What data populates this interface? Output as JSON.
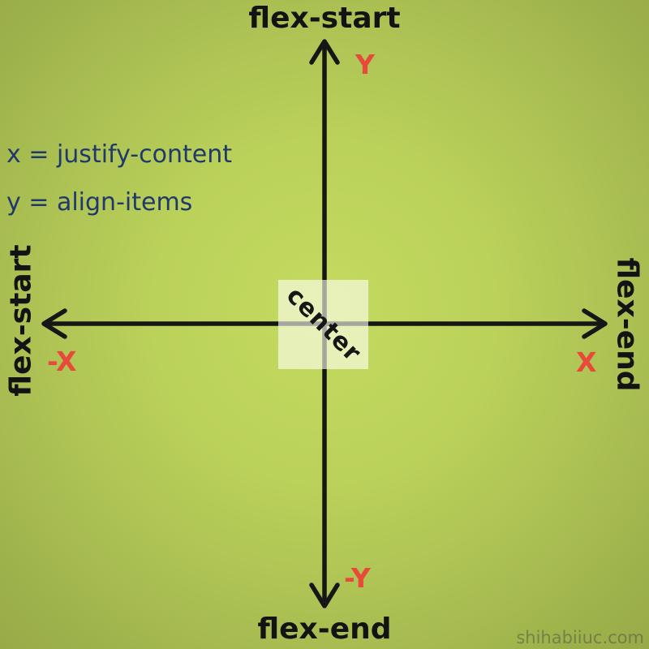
{
  "diagram": {
    "axis_titles": {
      "top": "flex-start",
      "bottom": "flex-end",
      "left": "flex-start",
      "right": "flex-end"
    },
    "center_label": "center",
    "axis_markers": {
      "y_positive": "Y",
      "y_negative": "-Y",
      "x_positive": "X",
      "x_negative": "-X"
    },
    "legend": {
      "line1": "x = justify-content",
      "line2": "y = align-items"
    },
    "colors": {
      "background_center": "#c4da60",
      "background_edge": "#97aa48",
      "axis_line": "#161616",
      "marker_red": "#e8493a",
      "legend_navy": "#20386a",
      "center_box_fill": "rgba(255,255,242,0.62)",
      "label_black": "#131313"
    }
  },
  "watermark": "shihabiiuc.com"
}
